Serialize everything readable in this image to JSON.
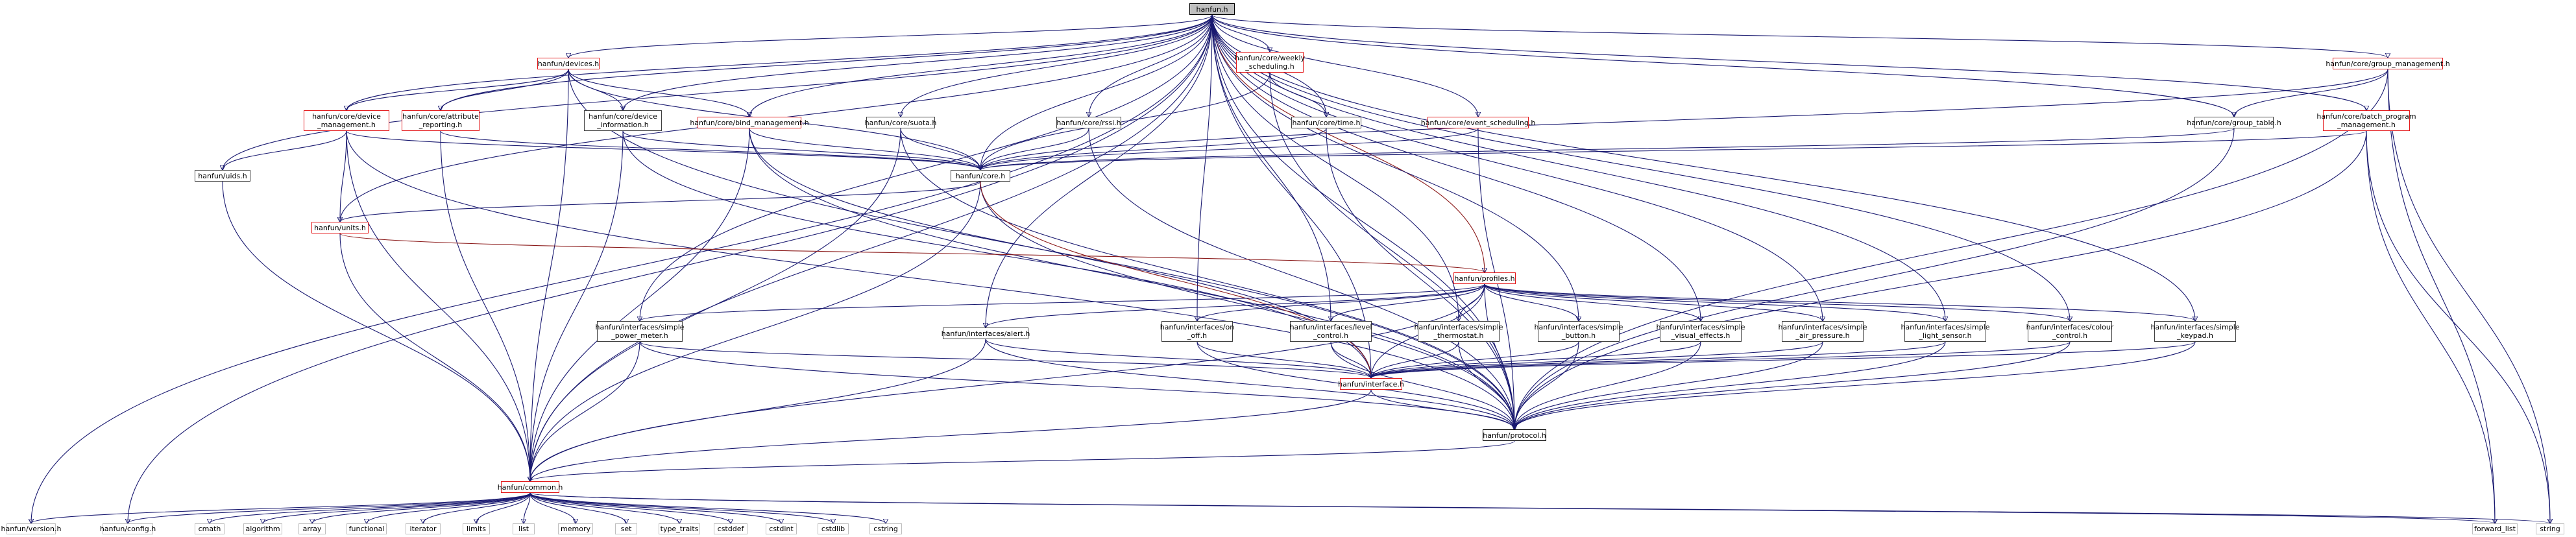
{
  "diagram": {
    "nodes": [
      {
        "id": "hanfun",
        "label": "hanfun.h",
        "kind": "root"
      },
      {
        "id": "devices",
        "label": "hanfun/devices.h",
        "kind": "red"
      },
      {
        "id": "weekly",
        "label": "hanfun/core/weekly\n_scheduling.h",
        "kind": "red"
      },
      {
        "id": "group_mgmt",
        "label": "hanfun/core/group_management.h",
        "kind": "red"
      },
      {
        "id": "device_mgmt",
        "label": "hanfun/core/device\n_management.h",
        "kind": "red"
      },
      {
        "id": "attr_rep",
        "label": "hanfun/core/attribute\n_reporting.h",
        "kind": "red"
      },
      {
        "id": "device_info",
        "label": "hanfun/core/device\n_information.h",
        "kind": "normal"
      },
      {
        "id": "bind_mgmt",
        "label": "hanfun/core/bind_management.h",
        "kind": "red"
      },
      {
        "id": "suota",
        "label": "hanfun/core/suota.h",
        "kind": "normal"
      },
      {
        "id": "rssi",
        "label": "hanfun/core/rssi.h",
        "kind": "normal"
      },
      {
        "id": "time",
        "label": "hanfun/core/time.h",
        "kind": "normal"
      },
      {
        "id": "event_sched",
        "label": "hanfun/core/event_scheduling.h",
        "kind": "red"
      },
      {
        "id": "group_table",
        "label": "hanfun/core/group_table.h",
        "kind": "normal"
      },
      {
        "id": "batch",
        "label": "hanfun/core/batch_program\n_management.h",
        "kind": "red"
      },
      {
        "id": "uids",
        "label": "hanfun/uids.h",
        "kind": "normal"
      },
      {
        "id": "core",
        "label": "hanfun/core.h",
        "kind": "normal"
      },
      {
        "id": "units",
        "label": "hanfun/units.h",
        "kind": "red"
      },
      {
        "id": "profiles",
        "label": "hanfun/profiles.h",
        "kind": "red"
      },
      {
        "id": "power_meter",
        "label": "hanfun/interfaces/simple\n_power_meter.h",
        "kind": "normal"
      },
      {
        "id": "alert",
        "label": "hanfun/interfaces/alert.h",
        "kind": "normal"
      },
      {
        "id": "on_off",
        "label": "hanfun/interfaces/on\n_off.h",
        "kind": "normal"
      },
      {
        "id": "level",
        "label": "hanfun/interfaces/level\n_control.h",
        "kind": "normal"
      },
      {
        "id": "thermostat",
        "label": "hanfun/interfaces/simple\n_thermostat.h",
        "kind": "normal"
      },
      {
        "id": "button",
        "label": "hanfun/interfaces/simple\n_button.h",
        "kind": "normal"
      },
      {
        "id": "visual",
        "label": "hanfun/interfaces/simple\n_visual_effects.h",
        "kind": "normal"
      },
      {
        "id": "air",
        "label": "hanfun/interfaces/simple\n_air_pressure.h",
        "kind": "normal"
      },
      {
        "id": "light",
        "label": "hanfun/interfaces/simple\n_light_sensor.h",
        "kind": "normal"
      },
      {
        "id": "colour",
        "label": "hanfun/interfaces/colour\n_control.h",
        "kind": "normal"
      },
      {
        "id": "keypad",
        "label": "hanfun/interfaces/simple\n_keypad.h",
        "kind": "normal"
      },
      {
        "id": "interface",
        "label": "hanfun/interface.h",
        "kind": "interface"
      },
      {
        "id": "protocol",
        "label": "hanfun/protocol.h",
        "kind": "protocol"
      },
      {
        "id": "common",
        "label": "hanfun/common.h",
        "kind": "interface"
      },
      {
        "id": "version",
        "label": "hanfun/version.h",
        "kind": "sys"
      },
      {
        "id": "config",
        "label": "hanfun/config.h",
        "kind": "sys"
      },
      {
        "id": "cmath",
        "label": "cmath",
        "kind": "sys"
      },
      {
        "id": "algorithm",
        "label": "algorithm",
        "kind": "sys"
      },
      {
        "id": "array",
        "label": "array",
        "kind": "sys"
      },
      {
        "id": "functional",
        "label": "functional",
        "kind": "sys"
      },
      {
        "id": "iterator",
        "label": "iterator",
        "kind": "sys"
      },
      {
        "id": "limits",
        "label": "limits",
        "kind": "sys"
      },
      {
        "id": "list",
        "label": "list",
        "kind": "sys"
      },
      {
        "id": "memory",
        "label": "memory",
        "kind": "sys"
      },
      {
        "id": "set",
        "label": "set",
        "kind": "sys"
      },
      {
        "id": "type_traits",
        "label": "type_traits",
        "kind": "sys"
      },
      {
        "id": "cstddef",
        "label": "cstddef",
        "kind": "sys"
      },
      {
        "id": "cstdint",
        "label": "cstdint",
        "kind": "sys"
      },
      {
        "id": "cstdlib",
        "label": "cstdlib",
        "kind": "sys"
      },
      {
        "id": "cstring",
        "label": "cstring",
        "kind": "sys"
      },
      {
        "id": "forward_list",
        "label": "forward_list",
        "kind": "sys"
      },
      {
        "id": "string",
        "label": "string",
        "kind": "sys"
      }
    ],
    "edges": [
      [
        "hanfun",
        "devices"
      ],
      [
        "hanfun",
        "weekly"
      ],
      [
        "hanfun",
        "group_mgmt"
      ],
      [
        "hanfun",
        "device_mgmt"
      ],
      [
        "hanfun",
        "attr_rep"
      ],
      [
        "hanfun",
        "device_info"
      ],
      [
        "hanfun",
        "bind_mgmt"
      ],
      [
        "hanfun",
        "suota"
      ],
      [
        "hanfun",
        "rssi"
      ],
      [
        "hanfun",
        "time"
      ],
      [
        "hanfun",
        "event_sched"
      ],
      [
        "hanfun",
        "group_table"
      ],
      [
        "hanfun",
        "batch"
      ],
      [
        "hanfun",
        "uids"
      ],
      [
        "hanfun",
        "core"
      ],
      [
        "hanfun",
        "units"
      ],
      [
        "hanfun",
        "profiles"
      ],
      [
        "hanfun",
        "power_meter"
      ],
      [
        "hanfun",
        "alert"
      ],
      [
        "hanfun",
        "on_off"
      ],
      [
        "hanfun",
        "level"
      ],
      [
        "hanfun",
        "thermostat"
      ],
      [
        "hanfun",
        "button"
      ],
      [
        "hanfun",
        "visual"
      ],
      [
        "hanfun",
        "air"
      ],
      [
        "hanfun",
        "light"
      ],
      [
        "hanfun",
        "colour"
      ],
      [
        "hanfun",
        "keypad"
      ],
      [
        "hanfun",
        "interface"
      ],
      [
        "hanfun",
        "protocol"
      ],
      [
        "hanfun",
        "common"
      ],
      [
        "hanfun",
        "version"
      ],
      [
        "hanfun",
        "config"
      ],
      [
        "devices",
        "device_mgmt"
      ],
      [
        "devices",
        "attr_rep"
      ],
      [
        "devices",
        "device_info"
      ],
      [
        "devices",
        "bind_mgmt"
      ],
      [
        "devices",
        "core"
      ],
      [
        "devices",
        "common"
      ],
      [
        "devices",
        "protocol"
      ],
      [
        "weekly",
        "time"
      ],
      [
        "weekly",
        "core"
      ],
      [
        "weekly",
        "protocol"
      ],
      [
        "group_mgmt",
        "group_table"
      ],
      [
        "group_mgmt",
        "core"
      ],
      [
        "group_mgmt",
        "protocol"
      ],
      [
        "group_mgmt",
        "forward_list"
      ],
      [
        "group_mgmt",
        "string"
      ],
      [
        "device_mgmt",
        "uids"
      ],
      [
        "device_mgmt",
        "core"
      ],
      [
        "device_mgmt",
        "units"
      ],
      [
        "device_mgmt",
        "common"
      ],
      [
        "device_mgmt",
        "protocol"
      ],
      [
        "attr_rep",
        "core"
      ],
      [
        "attr_rep",
        "common"
      ],
      [
        "device_info",
        "core"
      ],
      [
        "device_info",
        "common"
      ],
      [
        "device_info",
        "interface"
      ],
      [
        "bind_mgmt",
        "core"
      ],
      [
        "bind_mgmt",
        "common"
      ],
      [
        "bind_mgmt",
        "protocol"
      ],
      [
        "bind_mgmt",
        "interface"
      ],
      [
        "suota",
        "core"
      ],
      [
        "suota",
        "common"
      ],
      [
        "suota",
        "protocol"
      ],
      [
        "rssi",
        "core"
      ],
      [
        "rssi",
        "protocol"
      ],
      [
        "time",
        "core"
      ],
      [
        "time",
        "protocol"
      ],
      [
        "event_sched",
        "core"
      ],
      [
        "event_sched",
        "protocol"
      ],
      [
        "group_table",
        "core"
      ],
      [
        "group_table",
        "protocol"
      ],
      [
        "batch",
        "core"
      ],
      [
        "batch",
        "protocol"
      ],
      [
        "batch",
        "forward_list"
      ],
      [
        "batch",
        "string"
      ],
      [
        "uids",
        "common"
      ],
      [
        "core",
        "units"
      ],
      [
        "core",
        "common"
      ],
      [
        "core",
        "protocol"
      ],
      [
        "core",
        "interface"
      ],
      [
        "units",
        "common"
      ],
      [
        "units",
        "profiles"
      ],
      [
        "profiles",
        "power_meter"
      ],
      [
        "profiles",
        "alert"
      ],
      [
        "profiles",
        "on_off"
      ],
      [
        "profiles",
        "level"
      ],
      [
        "profiles",
        "thermostat"
      ],
      [
        "profiles",
        "button"
      ],
      [
        "profiles",
        "visual"
      ],
      [
        "profiles",
        "air"
      ],
      [
        "profiles",
        "light"
      ],
      [
        "profiles",
        "colour"
      ],
      [
        "profiles",
        "keypad"
      ],
      [
        "profiles",
        "interface"
      ],
      [
        "profiles",
        "common"
      ],
      [
        "profiles",
        "protocol"
      ],
      [
        "power_meter",
        "interface"
      ],
      [
        "power_meter",
        "protocol"
      ],
      [
        "power_meter",
        "common"
      ],
      [
        "alert",
        "interface"
      ],
      [
        "alert",
        "protocol"
      ],
      [
        "alert",
        "common"
      ],
      [
        "on_off",
        "interface"
      ],
      [
        "on_off",
        "protocol"
      ],
      [
        "level",
        "interface"
      ],
      [
        "level",
        "protocol"
      ],
      [
        "thermostat",
        "interface"
      ],
      [
        "thermostat",
        "protocol"
      ],
      [
        "button",
        "interface"
      ],
      [
        "button",
        "protocol"
      ],
      [
        "visual",
        "interface"
      ],
      [
        "visual",
        "protocol"
      ],
      [
        "air",
        "interface"
      ],
      [
        "air",
        "protocol"
      ],
      [
        "light",
        "interface"
      ],
      [
        "light",
        "protocol"
      ],
      [
        "colour",
        "interface"
      ],
      [
        "colour",
        "protocol"
      ],
      [
        "keypad",
        "interface"
      ],
      [
        "keypad",
        "protocol"
      ],
      [
        "interface",
        "protocol"
      ],
      [
        "interface",
        "common"
      ],
      [
        "protocol",
        "common"
      ],
      [
        "common",
        "version"
      ],
      [
        "common",
        "config"
      ],
      [
        "common",
        "cmath"
      ],
      [
        "common",
        "algorithm"
      ],
      [
        "common",
        "array"
      ],
      [
        "common",
        "functional"
      ],
      [
        "common",
        "iterator"
      ],
      [
        "common",
        "limits"
      ],
      [
        "common",
        "list"
      ],
      [
        "common",
        "memory"
      ],
      [
        "common",
        "set"
      ],
      [
        "common",
        "type_traits"
      ],
      [
        "common",
        "cstddef"
      ],
      [
        "common",
        "cstdint"
      ],
      [
        "common",
        "cstdlib"
      ],
      [
        "common",
        "cstring"
      ],
      [
        "common",
        "forward_list"
      ],
      [
        "common",
        "string"
      ]
    ]
  }
}
